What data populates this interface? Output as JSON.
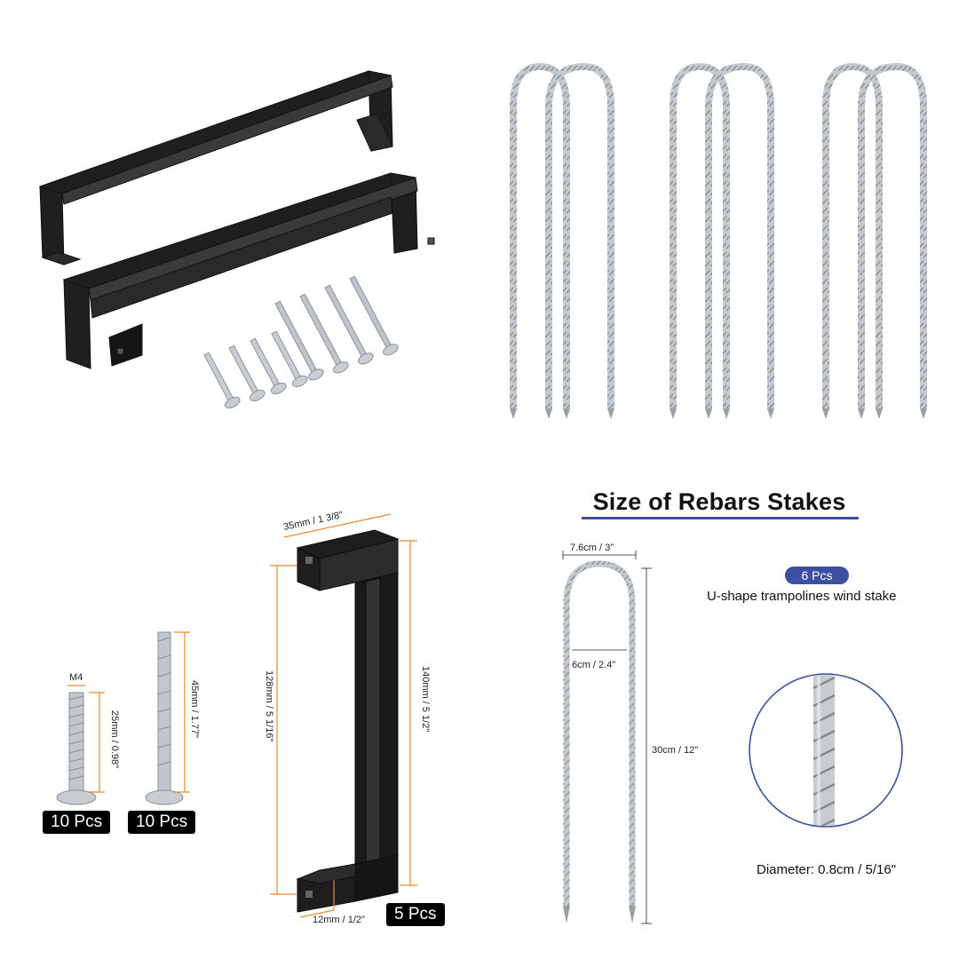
{
  "colors": {
    "accent": "#3d4fa0",
    "handle": "#1c1c1c",
    "dimension_line": "#e8892c",
    "badge_bg": "#000000",
    "steel": "#b9bec4"
  },
  "icons": [
    "cabinet-handle-image",
    "mounting-screw-image",
    "rebar-stake-image",
    "rebar-closeup-image"
  ],
  "left_dims": {
    "m4": "M4",
    "screw_short_length": "25mm / 0.98\"",
    "screw_long_length": "45mm / 1.77\"",
    "handle_depth": "35mm / 1 3/8\"",
    "handle_hole_spacing": "128mm / 5 1/16\"",
    "handle_length": "140mm / 5 1/2\"",
    "handle_width": "12mm / 1/2\""
  },
  "badges": {
    "short_screws_qty": "10 Pcs",
    "long_screws_qty": "10 Pcs",
    "handles_qty": "5 Pcs"
  },
  "stake_section": {
    "title": "Size of Rebars Stakes",
    "top_width": "7.6cm / 3\"",
    "inner_width": "6cm / 2.4\"",
    "length": "30cm / 12\"",
    "qty_pill": "6 Pcs",
    "description": "U-shape trampolines wind stake",
    "diameter": "Diameter: 0.8cm / 5/16\""
  }
}
